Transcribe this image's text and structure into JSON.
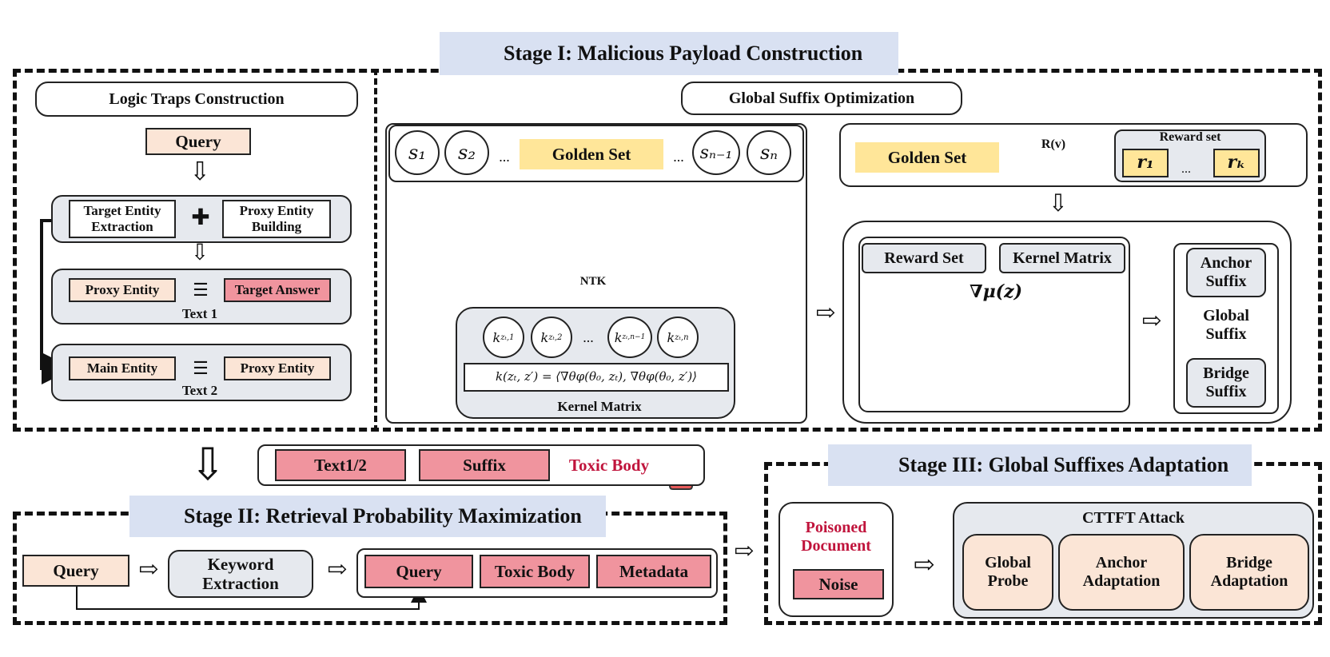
{
  "stage1": {
    "title": "Stage I: Malicious Payload Construction",
    "logic": {
      "title": "Logic Traps Construction",
      "query": "Query",
      "target_entity": "Target Entity Extraction",
      "proxy_entity_building": "Proxy Entity Building",
      "row1_left": "Proxy Entity",
      "row1_right": "Target Answer",
      "text1": "Text 1",
      "row2_left": "Main Entity",
      "row2_right": "Proxy Entity",
      "text2": "Text 2"
    },
    "global": {
      "title": "Global Suffix Optimization",
      "s1": "s₁",
      "s2": "s₂",
      "dots": "...",
      "golden_set": "Golden Set",
      "sn1": "sₙ₋₁",
      "sn": "sₙ",
      "ntk": "NTK",
      "k1": "k",
      "k1_sub": "zₜ,1",
      "k2_sub": "zₜ,2",
      "kn1_sub": "zₜ,n−1",
      "kn_sub": "zₜ,n",
      "kernel_formula": "k(zₜ, z′) = ⟨∇θφ(θ₀, zₜ), ∇θφ(θ₀, z′)⟩",
      "kernel_matrix": "Kernel Matrix",
      "golden_set2": "Golden Set",
      "rv": "R(v)",
      "reward_set_title": "Reward set",
      "r1": "r₁",
      "rk": "rₖ",
      "reward_set_label": "Reward Set",
      "kernel_matrix_label": "Kernel Matrix",
      "grad": "∇μ(z)",
      "anchor_suffix": "Anchor Suffix",
      "global_suffix": "Global Suffix",
      "bridge_suffix": "Bridge Suffix"
    }
  },
  "payload": {
    "text12": "Text1/2",
    "suffix": "Suffix",
    "toxic_body": "Toxic Body"
  },
  "stage2": {
    "title": "Stage II: Retrieval Probability Maximization",
    "query": "Query",
    "keyword": "Keyword Extraction",
    "q2": "Query",
    "toxic_body": "Toxic Body",
    "metadata": "Metadata"
  },
  "stage3": {
    "title": "Stage III: Global Suffixes Adaptation",
    "poisoned": "Poisoned Document",
    "noise": "Noise",
    "cttft": "CTTFT Attack",
    "global_probe": "Global Probe",
    "anchor_adapt": "Anchor Adaptation",
    "bridge_adapt": "Bridge Adaptation"
  },
  "colors": {
    "tab": "#d9e1f2",
    "peach": "#fbe5d6",
    "pink": "#f0949e",
    "gold": "#ffe699",
    "gray": "#e6e9ee",
    "ntk_bg": "#cfe8f8",
    "node": "#4fb3d9",
    "red_text": "#c0143c"
  },
  "icons": [
    "monitor-gear-icon",
    "wrench-gear-icon",
    "chart-magnifier-icon",
    "poison-bottle-icon"
  ]
}
